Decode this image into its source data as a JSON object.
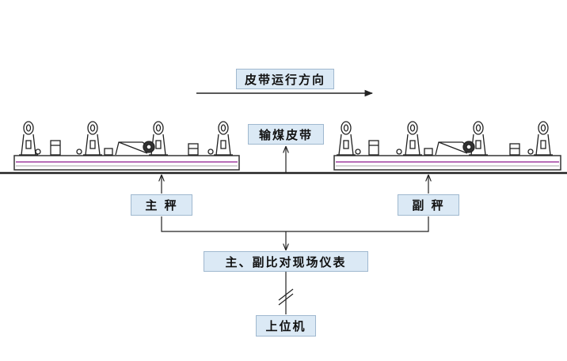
{
  "labels": {
    "belt_direction": "皮带运行方向",
    "coal_belt": "输煤皮带",
    "main_scale": "主  秤",
    "secondary_scale": "副  秤",
    "comparison_instrument": "主、副比对现场仪表",
    "host_computer": "上位机"
  }
}
